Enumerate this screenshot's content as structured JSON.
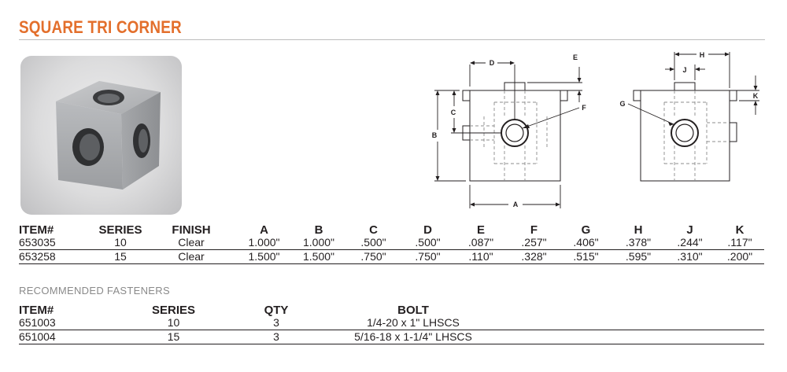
{
  "title": "SQUARE TRI CORNER",
  "drawing_labels": {
    "A": "A",
    "B": "B",
    "C": "C",
    "D": "D",
    "E": "E",
    "F": "F",
    "G": "G",
    "H": "H",
    "J": "J",
    "K": "K"
  },
  "main_table": {
    "headers": [
      "ITEM#",
      "SERIES",
      "FINISH",
      "A",
      "B",
      "C",
      "D",
      "E",
      "F",
      "G",
      "H",
      "J",
      "K"
    ],
    "rows": [
      [
        "653035",
        "10",
        "Clear",
        "1.000\"",
        "1.000\"",
        ".500\"",
        ".500\"",
        ".087\"",
        ".257\"",
        ".406\"",
        ".378\"",
        ".244\"",
        ".117\""
      ],
      [
        "653258",
        "15",
        "Clear",
        "1.500\"",
        "1.500\"",
        ".750\"",
        ".750\"",
        ".110\"",
        ".328\"",
        ".515\"",
        ".595\"",
        ".310\"",
        ".200\""
      ]
    ]
  },
  "fasteners": {
    "heading": "RECOMMENDED FASTENERS",
    "headers": [
      "ITEM#",
      "SERIES",
      "QTY",
      "BOLT"
    ],
    "rows": [
      [
        "651003",
        "10",
        "3",
        "1/4-20 x 1\" LHSCS"
      ],
      [
        "651004",
        "15",
        "3",
        "5/16-18 x 1-1/4\" LHSCS"
      ]
    ]
  },
  "colors": {
    "title": "#e36f2c",
    "text": "#231f20",
    "line": "#231f20"
  }
}
